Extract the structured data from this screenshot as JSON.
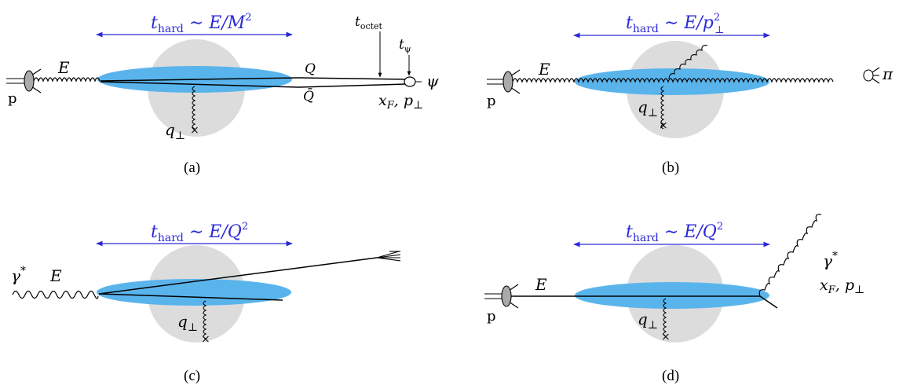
{
  "colors": {
    "blob": "#5ab4ec",
    "nucleus": "#dcdcdc",
    "arrow_blue": "#2a2ad8",
    "line": "#000000"
  },
  "panels": [
    {
      "id": "a",
      "caption": "(a)",
      "hard_main": "t",
      "hard_sub": "hard",
      "hard_rest": " ∼ E/M",
      "hard_sup": "2",
      "energy": "E",
      "projectile": "p",
      "quark_top": "Q",
      "quark_bottom": "Q̄",
      "q_perp_main": "q",
      "q_perp_sub": "⊥",
      "t_octet_main": "t",
      "t_octet_sub": "octet",
      "t_psi_main": "t",
      "t_psi_sub": "ψ",
      "final_state": "ψ",
      "kinematics": "x",
      "kinematics_sub": "F",
      "kinematics_rest": ", p",
      "kinematics_sub2": "⊥"
    },
    {
      "id": "b",
      "caption": "(b)",
      "hard_main": "t",
      "hard_sub": "hard",
      "hard_rest": " ∼ E/p",
      "hard_sup": "2",
      "hard_sub2": "⊥",
      "energy": "E",
      "projectile": "p",
      "q_perp_main": "q",
      "q_perp_sub": "⊥",
      "final_state": "π"
    },
    {
      "id": "c",
      "caption": "(c)",
      "hard_main": "t",
      "hard_sub": "hard",
      "hard_rest": " ∼ E/Q",
      "hard_sup": "2",
      "energy": "E",
      "projectile": "γ",
      "projectile_sup": "*",
      "q_perp_main": "q",
      "q_perp_sub": "⊥"
    },
    {
      "id": "d",
      "caption": "(d)",
      "hard_main": "t",
      "hard_sub": "hard",
      "hard_rest": " ∼ E/Q",
      "hard_sup": "2",
      "energy": "E",
      "projectile": "p",
      "q_perp_main": "q",
      "q_perp_sub": "⊥",
      "final_state": "γ",
      "final_state_sup": "*",
      "kinematics": "x",
      "kinematics_sub": "F",
      "kinematics_rest": ", p",
      "kinematics_sub2": "⊥"
    }
  ]
}
